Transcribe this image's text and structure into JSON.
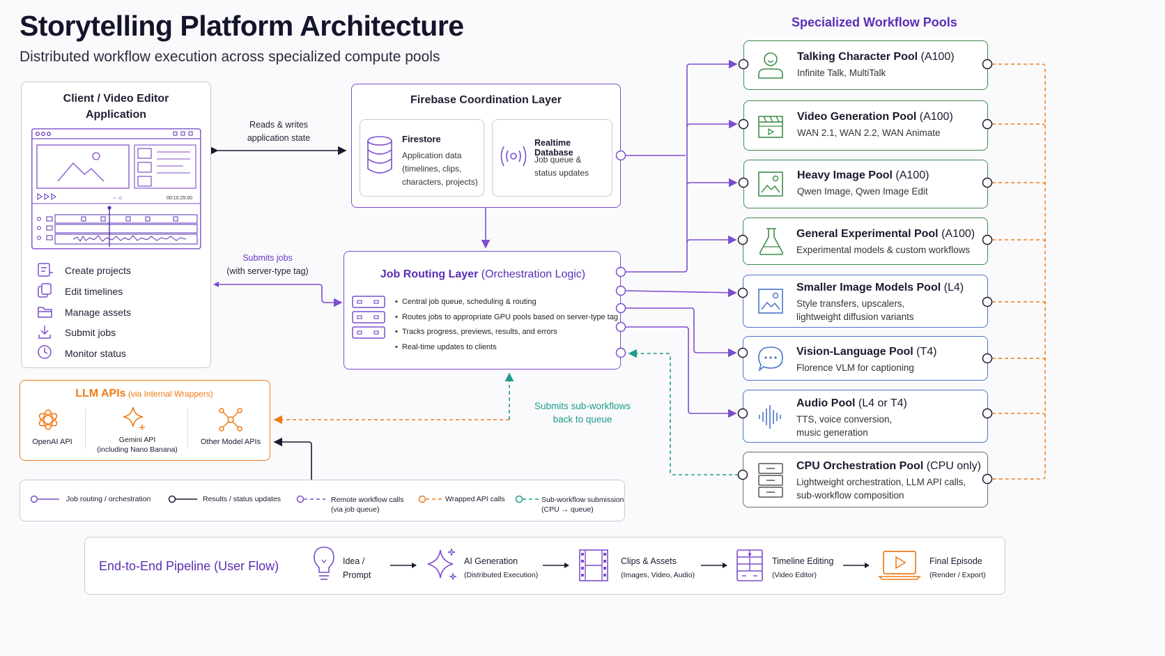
{
  "header": {
    "title": "Storytelling Platform Architecture",
    "subtitle": "Distributed workflow execution across specialized compute pools"
  },
  "pools_title": "Specialized Workflow Pools",
  "client": {
    "title_line1": "Client / Video Editor",
    "title_line2": "Application",
    "timecode": "00:10:25:00",
    "features": [
      "Create projects",
      "Edit timelines",
      "Manage assets",
      "Submit jobs",
      "Monitor status"
    ]
  },
  "firebase": {
    "title": "Firebase Coordination Layer",
    "firestore": {
      "title": "Firestore",
      "desc": [
        "Application data",
        "(timelines, clips,",
        "characters, projects)"
      ]
    },
    "realtime": {
      "title": "Realtime Database",
      "desc": [
        "Job queue &",
        "status updates"
      ]
    }
  },
  "router": {
    "title_bold": "Job Routing Layer",
    "title_rest": " (Orchestration Logic)",
    "bullets": [
      "Central job queue, scheduling & routing",
      "Routes jobs to appropriate GPU pools based on server-type tag",
      "Tracks progress, previews, results, and errors",
      "Real-time updates to clients"
    ]
  },
  "edge_labels": {
    "reads_writes": [
      "Reads & writes",
      "application state"
    ],
    "submits_jobs": [
      "Submits jobs",
      "(with server-type tag)"
    ],
    "sub_workflows": [
      "Submits sub-workflows",
      "back to queue"
    ]
  },
  "llm": {
    "title_bold": "LLM APIs",
    "title_rest": " (via Internal Wrappers)",
    "openai": "OpenAI API",
    "gemini": [
      "Gemini API",
      "(including Nano Banana)"
    ],
    "other": "Other Model APIs"
  },
  "legend": [
    {
      "label": "Job routing / orchestration",
      "sub": ""
    },
    {
      "label": "Results / status updates",
      "sub": ""
    },
    {
      "label": "Remote workflow calls",
      "sub": "(via job queue)"
    },
    {
      "label": "Wrapped API calls",
      "sub": ""
    },
    {
      "label": "Sub-workflow submission",
      "sub": "(CPU → queue)"
    }
  ],
  "pools": [
    {
      "name": "Talking Character Pool",
      "gpu": " (A100)",
      "desc": [
        "Infinite Talk, MultiTalk"
      ],
      "icon": "person-icon"
    },
    {
      "name": "Video Generation Pool",
      "gpu": " (A100)",
      "desc": [
        "WAN 2.1, WAN 2.2, WAN Animate"
      ],
      "icon": "clapperboard-icon"
    },
    {
      "name": "Heavy Image Pool",
      "gpu": " (A100)",
      "desc": [
        "Qwen Image, Qwen Image Edit"
      ],
      "icon": "image-icon"
    },
    {
      "name": "General Experimental Pool",
      "gpu": " (A100)",
      "desc": [
        "Experimental models & custom workflows"
      ],
      "icon": "flask-icon"
    },
    {
      "name": "Smaller Image Models Pool",
      "gpu": " (L4)",
      "desc": [
        "Style transfers, upscalers,",
        "lightweight diffusion variants"
      ],
      "icon": "image-icon"
    },
    {
      "name": "Vision-Language Pool",
      "gpu": " (T4)",
      "desc": [
        "Florence VLM for captioning"
      ],
      "icon": "chat-bubble-icon"
    },
    {
      "name": "Audio Pool",
      "gpu": " (L4 or T4)",
      "desc": [
        "TTS, voice conversion,",
        "music generation"
      ],
      "icon": "waveform-icon"
    },
    {
      "name": "CPU Orchestration Pool",
      "gpu": " (CPU only)",
      "desc": [
        "Lightweight orchestration, LLM API calls,",
        "sub-workflow composition"
      ],
      "icon": "server-icon"
    }
  ],
  "pipeline": {
    "title": "End-to-End Pipeline (User Flow)",
    "steps": [
      {
        "l1": "Idea /",
        "l2": "Prompt"
      },
      {
        "l1": "AI Generation",
        "l2": "(Distributed Execution)"
      },
      {
        "l1": "Clips & Assets",
        "l2": "(Images, Video, Audio)"
      },
      {
        "l1": "Timeline Editing",
        "l2": "(Video Editor)"
      },
      {
        "l1": "Final Episode",
        "l2": "(Render / Export)"
      }
    ]
  },
  "colors": {
    "purple": "#7c4dcc",
    "green": "#3f8b4a",
    "blue": "#4a73c9",
    "orange": "#f07a16",
    "teal": "#1f9a8a",
    "dark": "#1a1a2e"
  }
}
